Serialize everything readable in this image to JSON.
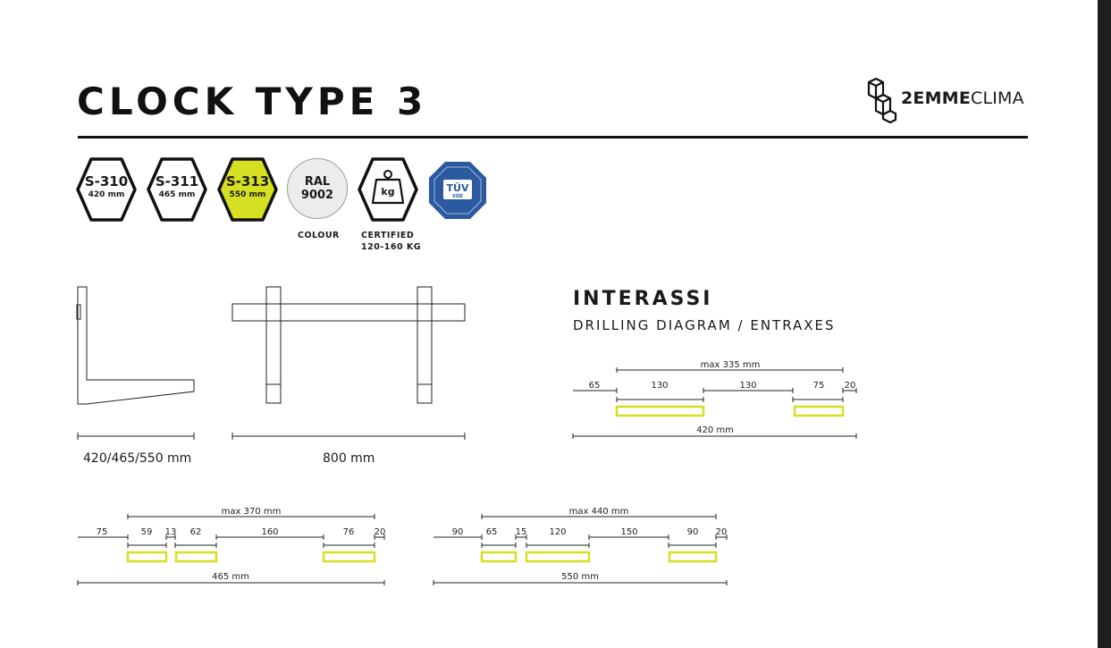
{
  "title": "CLOCK TYPE 3",
  "logo": {
    "bold": "2EMME",
    "light": "CLIMA"
  },
  "badges": [
    {
      "code": "S-310",
      "size": "420 mm",
      "fill": "#ffffff"
    },
    {
      "code": "S-311",
      "size": "465 mm",
      "fill": "#ffffff"
    },
    {
      "code": "S-313",
      "size": "550 mm",
      "fill": "#d6e022"
    }
  ],
  "ral": {
    "line1": "RAL",
    "line2": "9002",
    "caption": "COLOUR"
  },
  "weight": {
    "icon_label": "kg",
    "caption_line1": "CERTIFIED",
    "caption_line2": "120-160 KG"
  },
  "tuv": {
    "label": "TÜV",
    "sub": "SÜD"
  },
  "side_view": {
    "dimension": "420/465/550 mm"
  },
  "front_view": {
    "dimension": "800 mm"
  },
  "section": {
    "heading": "INTERASSI",
    "subheading": "DRILLING DIAGRAM / ENTRAXES"
  },
  "colors": {
    "accent": "#d6e022",
    "ink": "#111111"
  },
  "drilling": [
    {
      "id": "420",
      "max_label": "max 335 mm",
      "total_label": "420 mm",
      "segments": [
        "65",
        "130",
        "130",
        "75",
        "20"
      ]
    },
    {
      "id": "465",
      "max_label": "max 370 mm",
      "total_label": "465 mm",
      "segments": [
        "75",
        "59",
        "13",
        "62",
        "160",
        "76",
        "20"
      ]
    },
    {
      "id": "550",
      "max_label": "max 440 mm",
      "total_label": "550 mm",
      "segments": [
        "90",
        "65",
        "15",
        "120",
        "150",
        "90",
        "20"
      ]
    }
  ]
}
